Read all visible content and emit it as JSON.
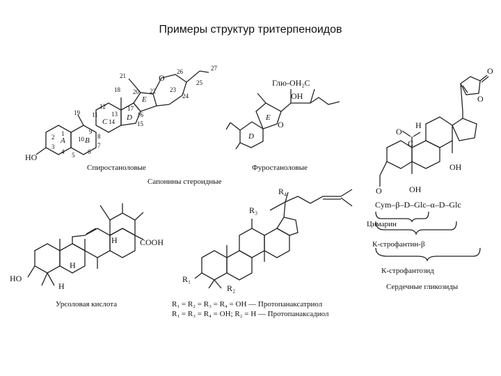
{
  "title": "Примеры структур тритерпеноидов",
  "spirostane": {
    "caption": "Спиростаноловые",
    "ho": "HO",
    "ring_letters": [
      "A",
      "B",
      "C",
      "D",
      "E"
    ],
    "numbers": [
      "1",
      "2",
      "3",
      "4",
      "5",
      "6",
      "7",
      "8",
      "9",
      "10",
      "11",
      "12",
      "13",
      "14",
      "15",
      "16",
      "17",
      "18",
      "19",
      "20",
      "21",
      "22",
      "23",
      "24",
      "25",
      "26",
      "27"
    ],
    "oxygen": "O"
  },
  "furostane": {
    "caption": "Фуростаноловые",
    "sugar": "Глю-OH₂C",
    "oh": "OH",
    "ring_d": "D",
    "ring_e": "E",
    "oxygen": "O"
  },
  "group_caption": "Сапонины стероидные",
  "ursolic": {
    "caption": "Урсоловая кислота",
    "ho": "HO",
    "cooh": "COOH",
    "h_labels": [
      "H",
      "H",
      "H"
    ]
  },
  "panaxatriol": {
    "r_labels": [
      "R₄",
      "R₃",
      "R₁",
      "R₂"
    ],
    "legend_line1": "R₁ = R₂ = R₃ = R₄ = OH — Протопанаксатриол",
    "legend_line2": "R₁ = R₃ = R₄ = OH; R₂ = H — Протопанаксадиол"
  },
  "cardiac": {
    "aldehyde_o": "O",
    "h": "H",
    "c": "C",
    "oh_bottom": "OH",
    "oh_right": "OH",
    "ring_o": "O",
    "lactone_o1": "O",
    "lactone_o2": "O",
    "sugar_chain": "Cym–β–D–Glc–α–D–Glc",
    "bracket1": "Цимарин",
    "bracket2": "К-строфантин-β",
    "bracket3": "К-строфантозид",
    "caption": "Сердечные гликозиды"
  }
}
